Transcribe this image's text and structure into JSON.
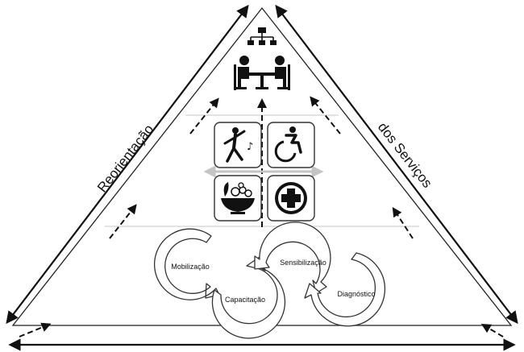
{
  "labels": {
    "left_side": "Reorientação",
    "right_side": "dos Serviços"
  },
  "cycles": [
    "Mobilização",
    "Capacitação",
    "Sensibilização",
    "Diagnóstico"
  ],
  "icons": {
    "top": "meeting-icon",
    "middle": [
      "dancing-icon",
      "wheelchair-icon",
      "fruit-basket-icon",
      "health-cross-icon"
    ]
  }
}
